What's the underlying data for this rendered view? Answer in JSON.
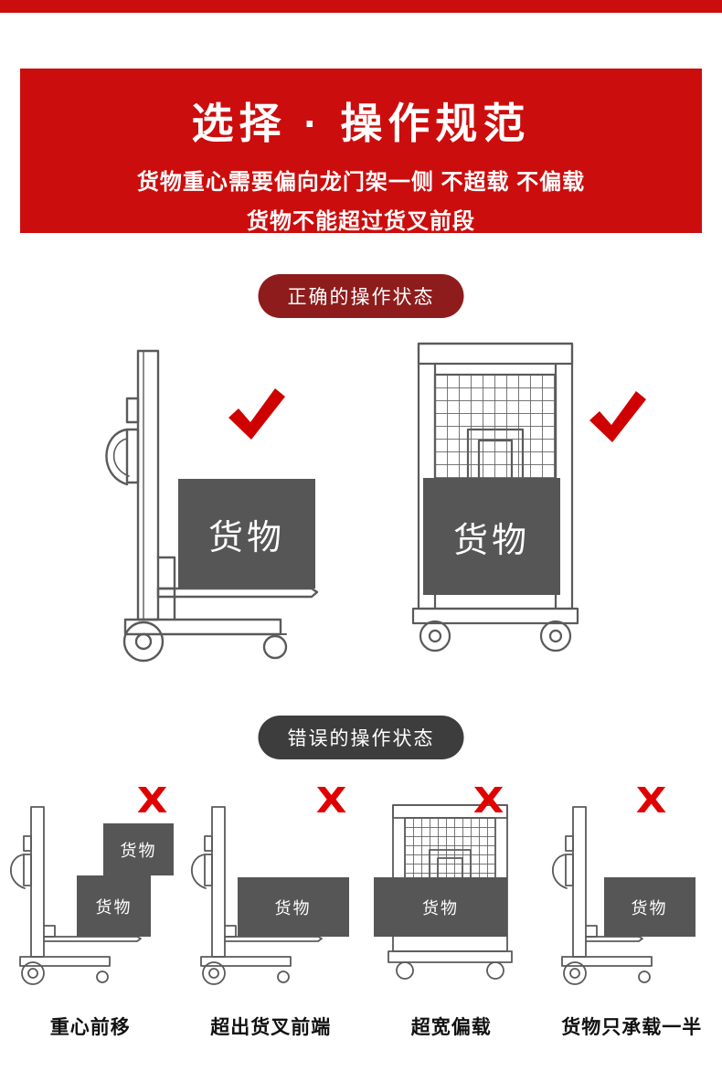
{
  "theme": {
    "banner_red": "#cc0d0d",
    "correct_badge_bg": "#8e1c1c",
    "wrong_badge_bg": "#3d3d3d",
    "cargo_gray": "#565656",
    "mark_red": "#e10000",
    "line_gray": "#5a5a5a"
  },
  "header": {
    "title": "选择 · 操作规范",
    "subtitle_line1": "货物重心需要偏向龙门架一侧 不超载 不偏载",
    "subtitle_line2": "货物不能超过货叉前段"
  },
  "correct_section": {
    "badge_label": "正确的操作状态",
    "cargo_label": "货物"
  },
  "wrong_section": {
    "badge_label": "错误的操作状态",
    "cargo_label": "货物",
    "cross_mark": "X",
    "items": [
      {
        "caption": "重心前移"
      },
      {
        "caption": "超出货叉前端"
      },
      {
        "caption": "超宽偏载"
      },
      {
        "caption": "货物只承载一半"
      }
    ]
  }
}
